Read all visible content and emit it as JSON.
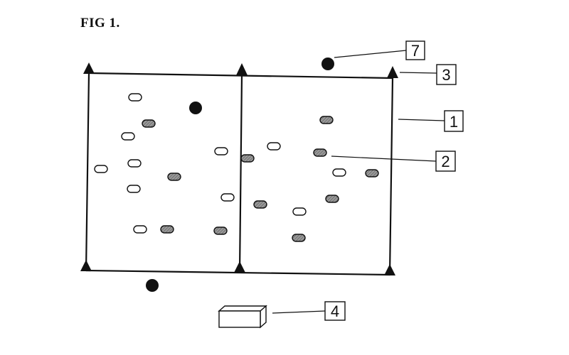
{
  "figure": {
    "title": "FIG 1."
  },
  "references": [
    {
      "id": "ref-7",
      "label": "7"
    },
    {
      "id": "ref-3",
      "label": "3"
    },
    {
      "id": "ref-1",
      "label": "1"
    },
    {
      "id": "ref-2",
      "label": "2"
    },
    {
      "id": "ref-4",
      "label": "4"
    }
  ],
  "colors": {
    "ink": "#111111",
    "hatched_fill": "#8a8a8a",
    "background": "#ffffff"
  }
}
